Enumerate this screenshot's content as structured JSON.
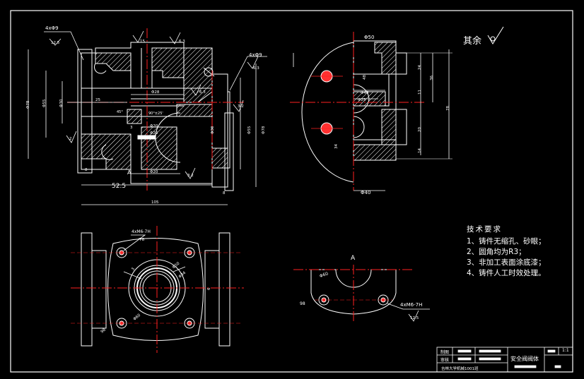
{
  "note_other": "其余",
  "tech": {
    "title": "技术要求",
    "items": [
      "1、铸件无缩孔、砂眼；",
      "2、圆角均为R3；",
      "3、非加工表面涂底漆；",
      "4、铸件人工时效处理。"
    ]
  },
  "titleblock": {
    "drawn": "制图",
    "checked": "审核",
    "part_name": "安全阀阀体",
    "scale": "1:1",
    "school": "吉林大学机械1001班"
  },
  "dims": {
    "d_4x9_top": "4xΦ9",
    "d_4x9_right": "4xΦ9",
    "ra_12_5_a": "12.5",
    "ra_12_5_b": "12.5",
    "ra_6_3_a": "6.3",
    "ra_6_3_b": "6.3",
    "ra_6_3_c": "6.3",
    "ra_3_2_a": "3.2",
    "ra_3_2_b": "3.2",
    "d15": "15",
    "d78_left": "Φ78",
    "d55": "Φ55",
    "d30": "Φ30",
    "d25": "25",
    "d45deg": "45°",
    "d90deg": "90°±25'",
    "d28": "Φ28",
    "d20a": "Φ20",
    "d20b": "Φ20",
    "d20c": "Φ20",
    "d2a": "2",
    "d3": "3",
    "d8a": "8",
    "d8b": "8",
    "dA": "A",
    "d52_5": "52.5",
    "d105": "105",
    "d30r": "Φ30",
    "d55r": "Φ55",
    "d78r": "Φ78",
    "d50": "Φ50",
    "d40a": "Φ40",
    "d25b": "Φ25",
    "d40b": "Φ40",
    "d48": "48",
    "d34": "34",
    "d24": "24",
    "d11": "11",
    "d20r": "20",
    "d14": "14",
    "d36": "36",
    "d78v": "78",
    "m6_label": "4xM6-7H",
    "m6_depth": "Ͳ8",
    "d50b": "Φ50",
    "d34b": "Φ34",
    "d60": "Φ60",
    "d98": "98",
    "d6": "6",
    "d5": "5",
    "view_A": "A",
    "d60b": "Φ60",
    "m6_right": "4xM6-7H",
    "r98": "98"
  }
}
